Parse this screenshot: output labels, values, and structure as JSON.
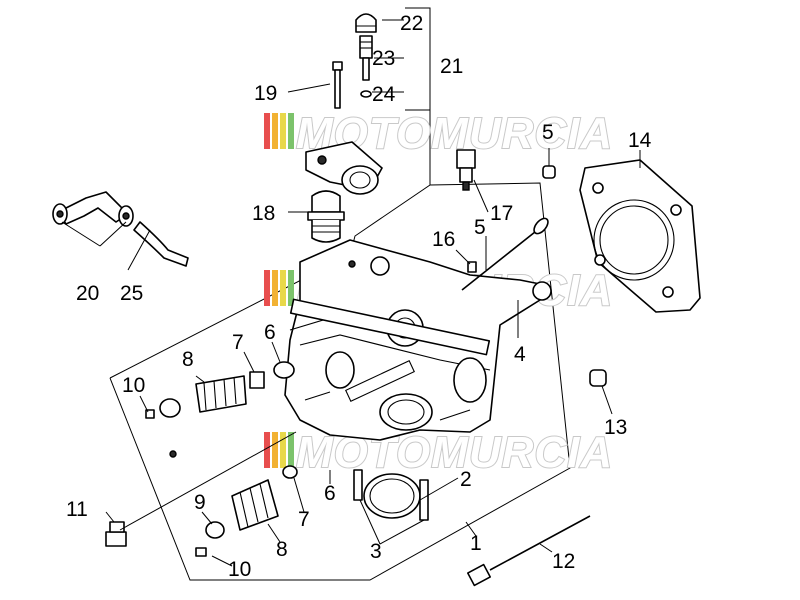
{
  "watermark": {
    "text": "MOTOMURCIA",
    "stripe_colors": [
      "#e84e4e",
      "#f2b233",
      "#e8d84a",
      "#7cc36b",
      "#5aa5e0"
    ]
  },
  "callouts": {
    "c1": "1",
    "c2": "2",
    "c3": "3",
    "c4": "4",
    "c5a": "5",
    "c5b": "5",
    "c6a": "6",
    "c6b": "6",
    "c7a": "7",
    "c7b": "7",
    "c8a": "8",
    "c8b": "8",
    "c9": "9",
    "c10a": "10",
    "c10b": "10",
    "c11": "11",
    "c12": "12",
    "c13": "13",
    "c14": "14",
    "c16": "16",
    "c17": "17",
    "c18": "18",
    "c19": "19",
    "c20": "20",
    "c21": "21",
    "c22": "22",
    "c23": "23",
    "c24": "24",
    "c25": "25"
  }
}
